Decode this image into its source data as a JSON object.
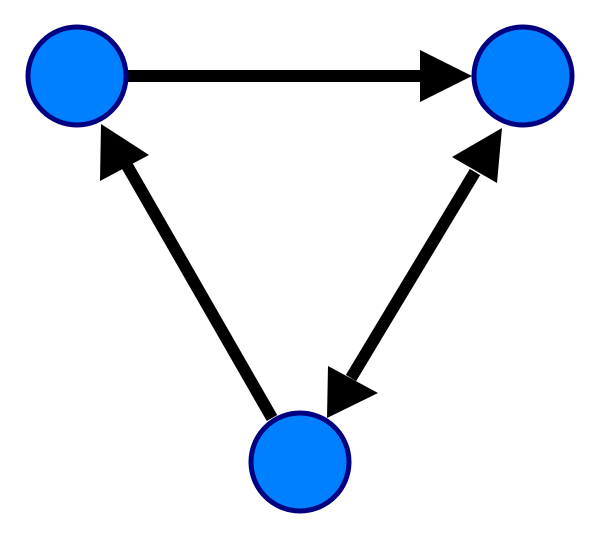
{
  "diagram": {
    "type": "directed-graph",
    "colors": {
      "background": "#ffffff",
      "node_fill": "#0080ff",
      "node_stroke": "#000080",
      "edge": "#000000"
    },
    "nodes": [
      {
        "id": "top-left"
      },
      {
        "id": "top-right"
      },
      {
        "id": "bottom"
      }
    ],
    "edges": [
      {
        "from": "top-left",
        "to": "top-right",
        "direction": "forward"
      },
      {
        "from": "bottom",
        "to": "top-left",
        "direction": "forward"
      },
      {
        "from": "top-right",
        "to": "bottom",
        "direction": "both"
      }
    ]
  }
}
